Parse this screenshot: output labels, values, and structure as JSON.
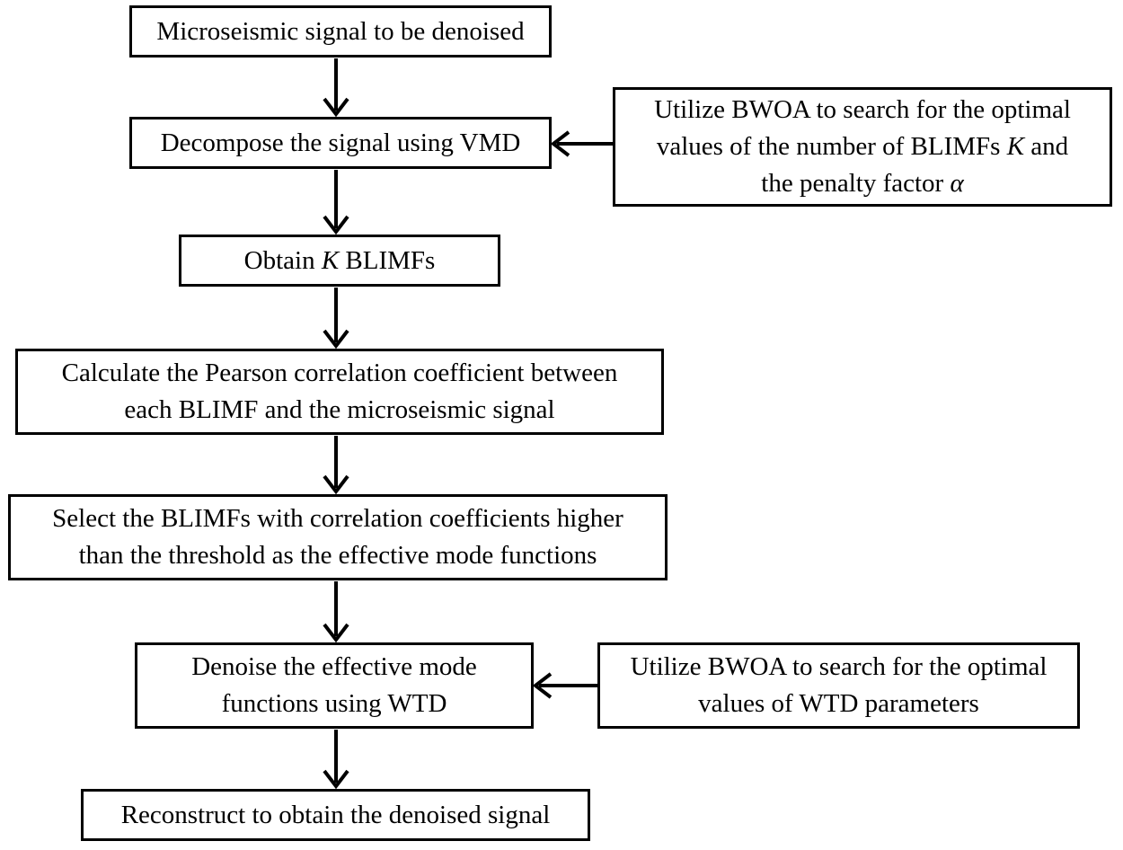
{
  "diagram": {
    "nodes": {
      "input_signal": {
        "text": "Microseismic signal to be denoised"
      },
      "vmd_decompose": {
        "text": "Decompose the signal using VMD"
      },
      "bwoa_vmd": {
        "line1": "Utilize BWOA to search for the optimal",
        "line2_pre": "values of the number of BLIMFs ",
        "line2_var": "K",
        "line2_post": " and",
        "line3_pre": "the penalty factor ",
        "line3_var": "α"
      },
      "obtain_blimfs": {
        "pre": "Obtain ",
        "var": "K",
        "post": " BLIMFs"
      },
      "pearson": {
        "line1": "Calculate the Pearson correlation coefficient between",
        "line2": "each BLIMF and the microseismic signal"
      },
      "select_blimfs": {
        "line1": "Select the BLIMFs with correlation coefficients higher",
        "line2": "than the threshold as the effective mode functions"
      },
      "wtd_denoise": {
        "line1": "Denoise the effective mode",
        "line2": "functions using WTD"
      },
      "bwoa_wtd": {
        "line1": "Utilize BWOA to search for the optimal",
        "line2": "values of WTD parameters"
      },
      "reconstruct": {
        "text": "Reconstruct to obtain the denoised signal"
      }
    },
    "edges": [
      {
        "from": "input_signal",
        "to": "vmd_decompose"
      },
      {
        "from": "bwoa_vmd",
        "to": "vmd_decompose"
      },
      {
        "from": "vmd_decompose",
        "to": "obtain_blimfs"
      },
      {
        "from": "obtain_blimfs",
        "to": "pearson"
      },
      {
        "from": "pearson",
        "to": "select_blimfs"
      },
      {
        "from": "select_blimfs",
        "to": "wtd_denoise"
      },
      {
        "from": "bwoa_wtd",
        "to": "wtd_denoise"
      },
      {
        "from": "wtd_denoise",
        "to": "reconstruct"
      }
    ]
  }
}
